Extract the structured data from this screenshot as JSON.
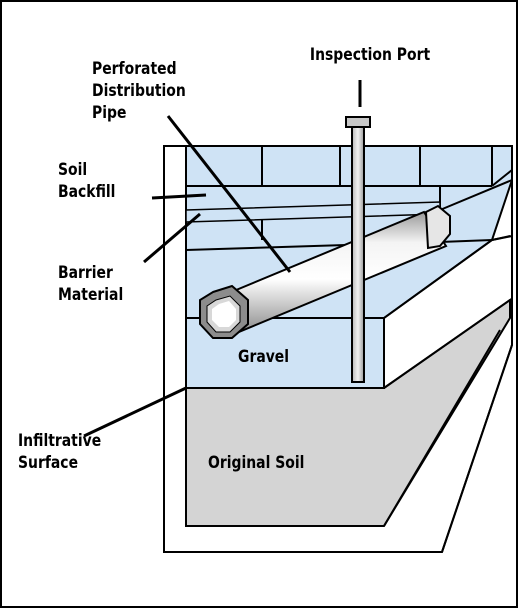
{
  "diagram": {
    "labels": {
      "inspection_port": "Inspection Port",
      "perforated_pipe": [
        "Perforated",
        "Distribution",
        "Pipe"
      ],
      "soil_backfill": [
        "Soil",
        "Backfill"
      ],
      "barrier_material": [
        "Barrier",
        "Material"
      ],
      "gravel": "Gravel",
      "infiltrative_surface": [
        "Infiltrative",
        "Surface"
      ],
      "original_soil": "Original Soil"
    },
    "colors": {
      "backfill": "#cfe3f5",
      "gravel_area": "#cfe3f5",
      "original_soil": "#d4d4d4",
      "border": "#000000"
    }
  }
}
